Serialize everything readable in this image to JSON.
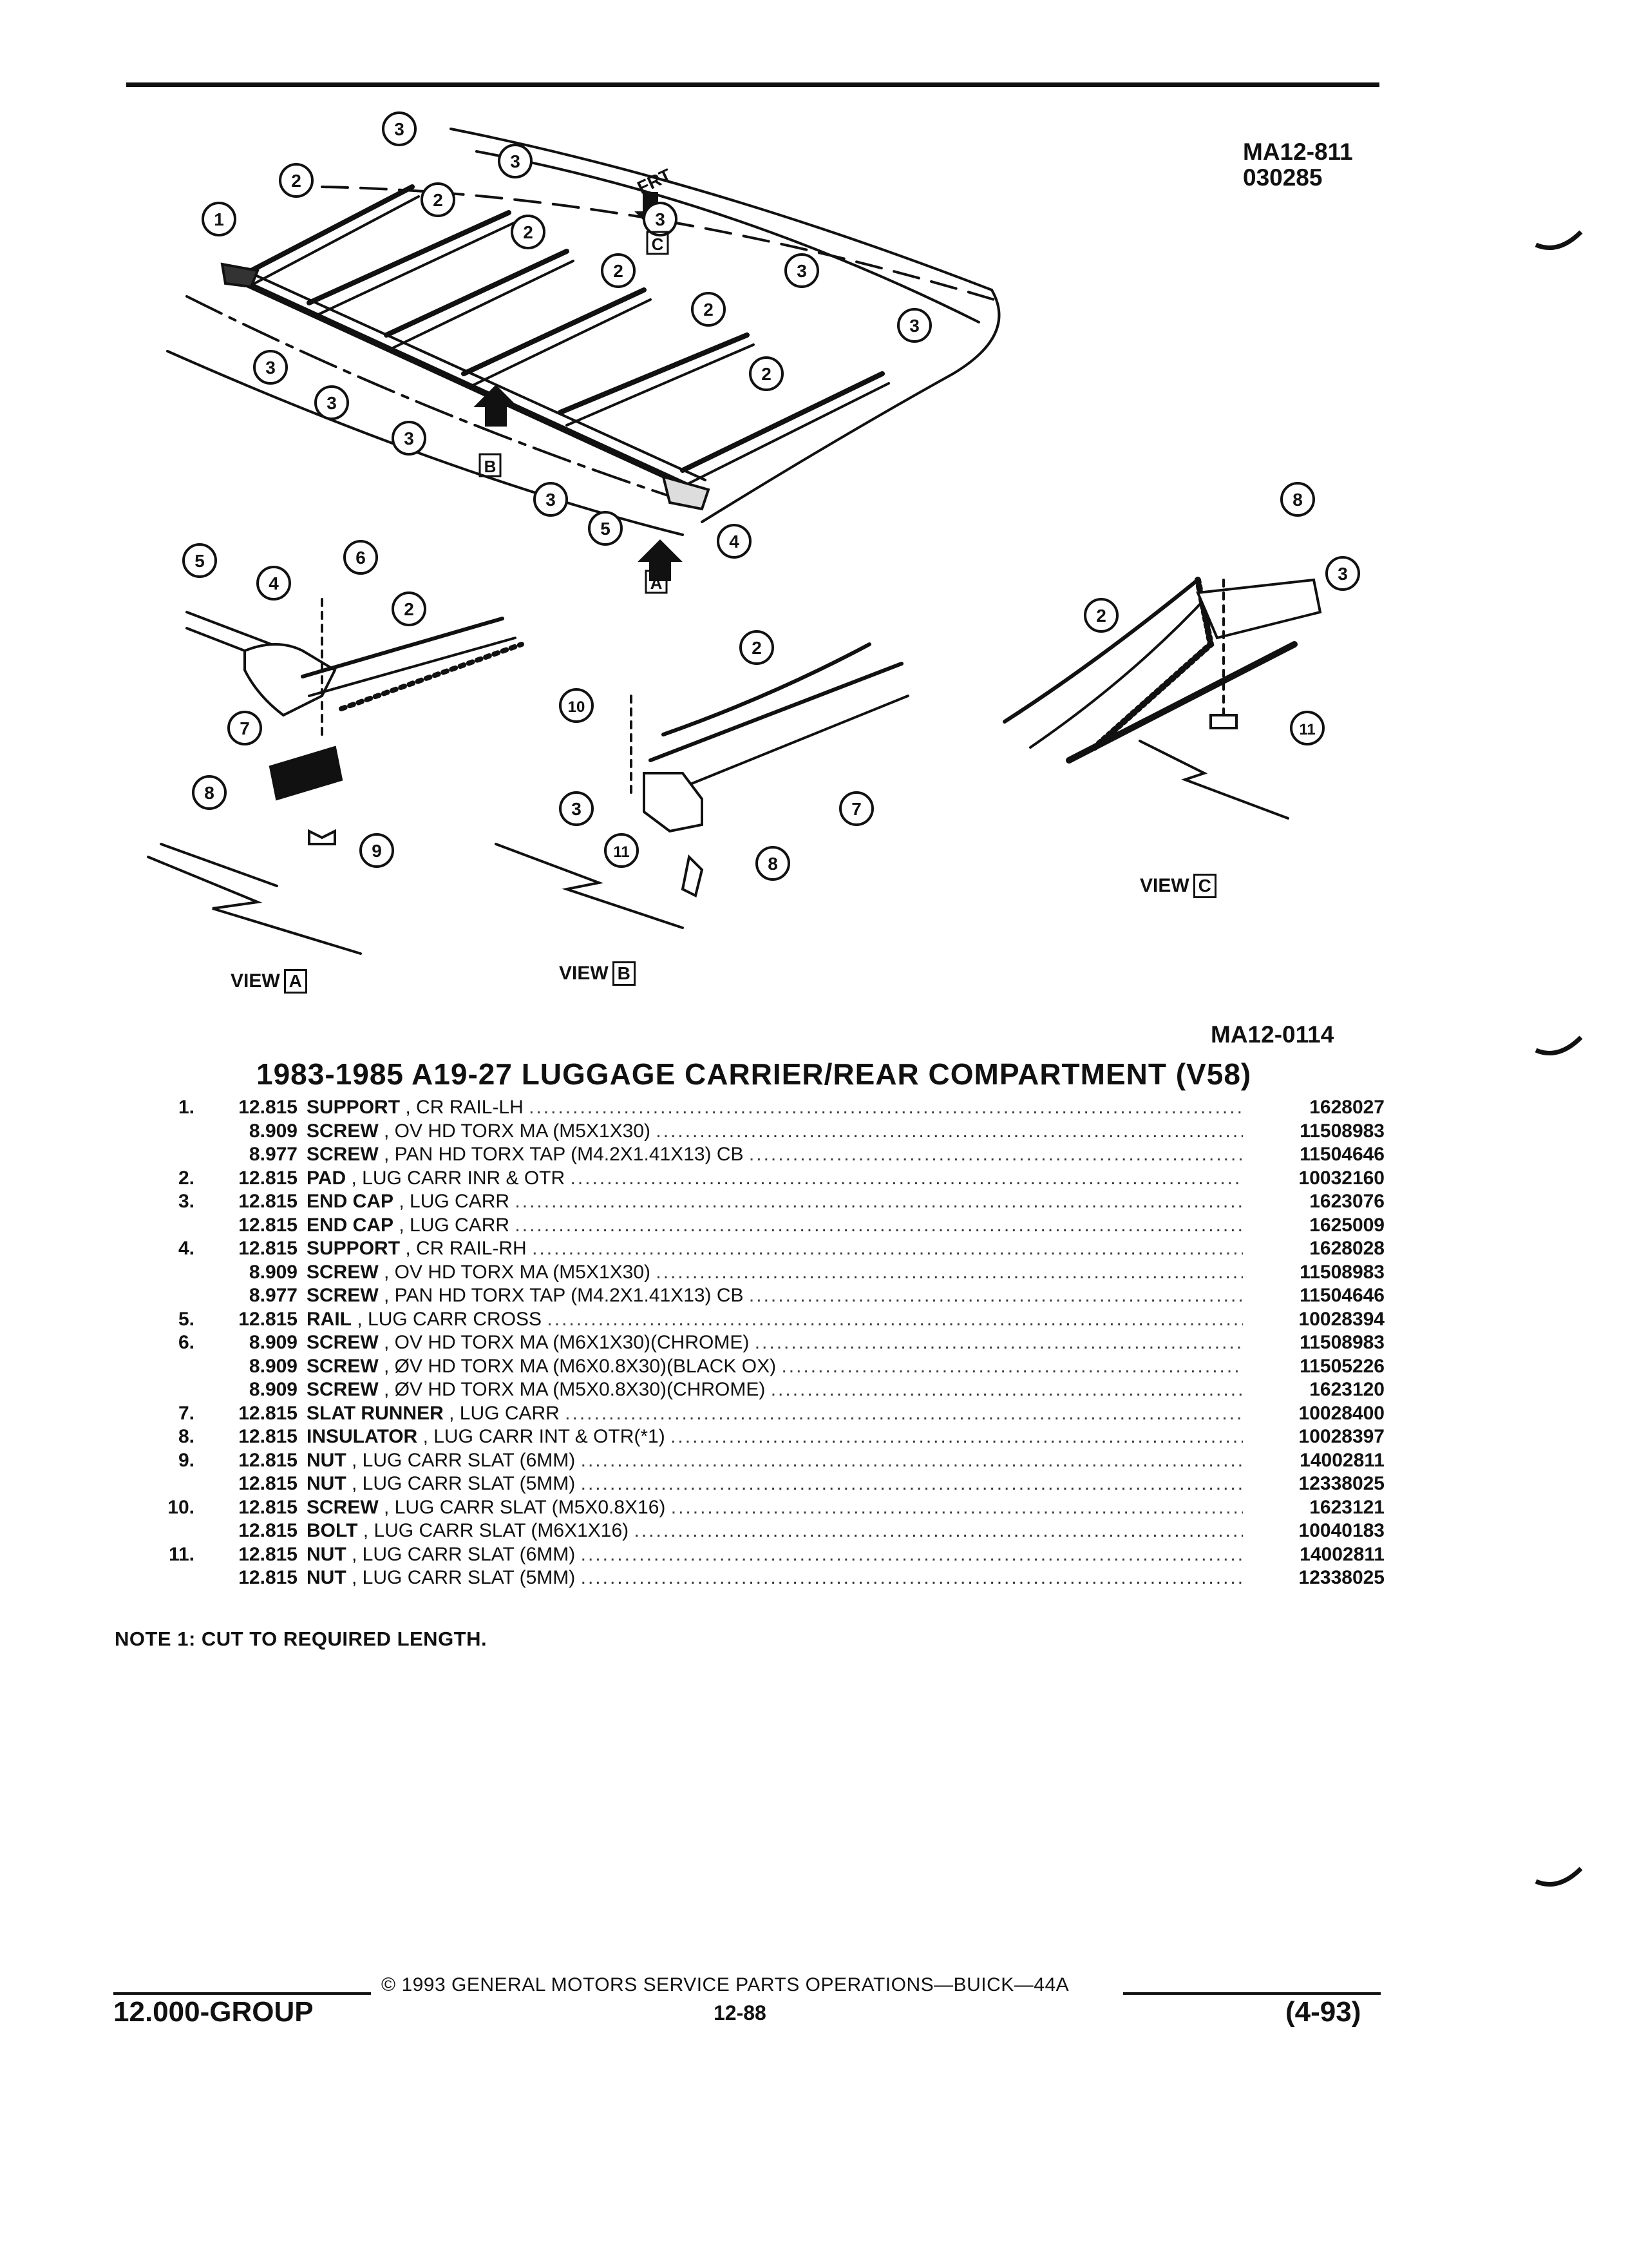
{
  "figure": {
    "code_top": "MA12-811",
    "code_top_date": "030285",
    "code_bottom": "MA12-0114",
    "front_label": "FRT",
    "callout_numbers": [
      "1",
      "2",
      "3",
      "4",
      "5",
      "6",
      "7",
      "8",
      "9",
      "10",
      "11"
    ],
    "views": [
      {
        "label": "VIEW",
        "letter": "A"
      },
      {
        "label": "VIEW",
        "letter": "B"
      },
      {
        "label": "VIEW",
        "letter": "C"
      }
    ],
    "arrow_letters": [
      "A",
      "B",
      "C"
    ]
  },
  "heading": "1983-1985 A19-27 LUGGAGE CARRIER/REAR COMPARTMENT (V58)",
  "parts": [
    {
      "num": "1.",
      "group": "12.815",
      "name": "SUPPORT",
      "detail": ", CR RAIL-LH",
      "part": "1628027"
    },
    {
      "num": "",
      "group": "8.909",
      "name": "SCREW",
      "detail": ", OV HD TORX MA (M5X1X30)",
      "part": "11508983"
    },
    {
      "num": "",
      "group": "8.977",
      "name": "SCREW",
      "detail": ", PAN HD TORX TAP (M4.2X1.41X13) CB",
      "part": "11504646"
    },
    {
      "num": "2.",
      "group": "12.815",
      "name": "PAD",
      "detail": ", LUG CARR INR & OTR",
      "part": "10032160"
    },
    {
      "num": "3.",
      "group": "12.815",
      "name": "END CAP",
      "detail": ", LUG CARR",
      "part": "1623076"
    },
    {
      "num": "",
      "group": "12.815",
      "name": "END CAP",
      "detail": ", LUG CARR",
      "part": "1625009"
    },
    {
      "num": "4.",
      "group": "12.815",
      "name": "SUPPORT",
      "detail": ", CR RAIL-RH",
      "part": "1628028"
    },
    {
      "num": "",
      "group": "8.909",
      "name": "SCREW",
      "detail": ", OV HD TORX MA (M5X1X30)",
      "part": "11508983"
    },
    {
      "num": "",
      "group": "8.977",
      "name": "SCREW",
      "detail": ", PAN HD TORX TAP (M4.2X1.41X13) CB",
      "part": "11504646"
    },
    {
      "num": "5.",
      "group": "12.815",
      "name": "RAIL",
      "detail": ", LUG CARR CROSS",
      "part": "10028394"
    },
    {
      "num": "6.",
      "group": "8.909",
      "name": "SCREW",
      "detail": ", OV HD TORX MA (M6X1X30)(CHROME)",
      "part": "11508983"
    },
    {
      "num": "",
      "group": "8.909",
      "name": "SCREW",
      "detail": ", ØV HD TORX MA (M6X0.8X30)(BLACK OX)",
      "part": "11505226"
    },
    {
      "num": "",
      "group": "8.909",
      "name": "SCREW",
      "detail": ", ØV HD TORX MA (M5X0.8X30)(CHROME)",
      "part": "1623120"
    },
    {
      "num": "7.",
      "group": "12.815",
      "name": "SLAT RUNNER",
      "detail": ", LUG CARR",
      "part": "10028400"
    },
    {
      "num": "8.",
      "group": "12.815",
      "name": "INSULATOR",
      "detail": ", LUG CARR INT & OTR(*1)",
      "part": "10028397"
    },
    {
      "num": "9.",
      "group": "12.815",
      "name": "NUT",
      "detail": ", LUG CARR SLAT (6MM)",
      "part": "14002811"
    },
    {
      "num": "",
      "group": "12.815",
      "name": "NUT",
      "detail": ", LUG CARR SLAT (5MM)",
      "part": "12338025"
    },
    {
      "num": "10.",
      "group": "12.815",
      "name": "SCREW",
      "detail": ", LUG CARR SLAT (M5X0.8X16)",
      "part": "1623121"
    },
    {
      "num": "",
      "group": "12.815",
      "name": "BOLT",
      "detail": ", LUG CARR SLAT (M6X1X16)",
      "part": "10040183"
    },
    {
      "num": "11.",
      "group": "12.815",
      "name": "NUT",
      "detail": ", LUG CARR SLAT (6MM)",
      "part": "14002811"
    },
    {
      "num": "",
      "group": "12.815",
      "name": "NUT",
      "detail": ", LUG CARR SLAT (5MM)",
      "part": "12338025"
    }
  ],
  "note": "NOTE  1:  CUT TO REQUIRED LENGTH.",
  "footer": {
    "group": "12.000-GROUP",
    "copyright": "© 1993  GENERAL MOTORS SERVICE PARTS OPERATIONS—BUICK—44A",
    "page": "12-88",
    "date": "(4-93)"
  }
}
